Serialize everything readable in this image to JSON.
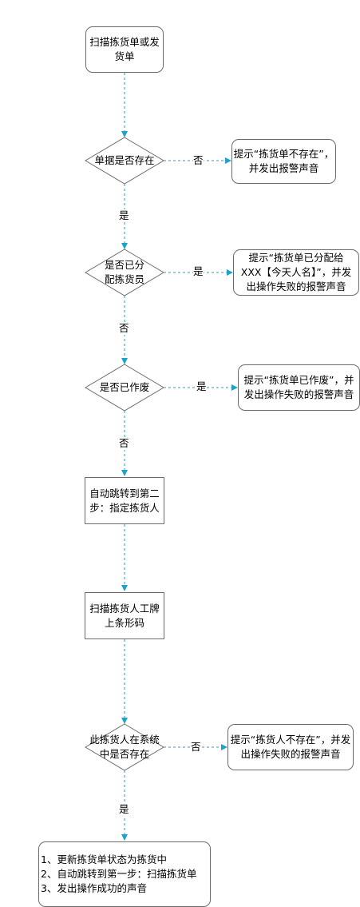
{
  "colors": {
    "connector": "#1fa2c9",
    "border": "#6b6b6b"
  },
  "nodes": {
    "scan": "扫描拣货单或发\n货单",
    "exists_q": "单据是否存在",
    "not_exist_tip": "提示“拣货单不存在”，\n并发出报警声音",
    "assigned_q": "是否已分\n配拣货员",
    "assigned_tip": "提示“拣货单已分配给\nXXX【今天人名】”，并发\n出操作失败的报警声音",
    "voided_q": "是否已作废",
    "voided_tip": "提示“拣货单已作废”，并\n发出操作失败的报警声音",
    "jump2": "自动跳转到第二\n步：指定拣货人",
    "scan_badge": "扫描拣货人工牌\n上条形码",
    "picker_q": "此拣货人在系统\n中是否存在",
    "picker_tip": "提示“拣货人不存在”，并发\n出操作失败的报警声音",
    "final": "1、更新拣货单状态为拣货中\n2、自动跳转到第一步：扫描拣货单\n3、发出操作成功的声音"
  },
  "labels": {
    "no1": "否",
    "yes1": "是",
    "yes2": "是",
    "no2": "否",
    "yes3": "是",
    "no3": "否",
    "no4": "否",
    "yes4": "是"
  }
}
